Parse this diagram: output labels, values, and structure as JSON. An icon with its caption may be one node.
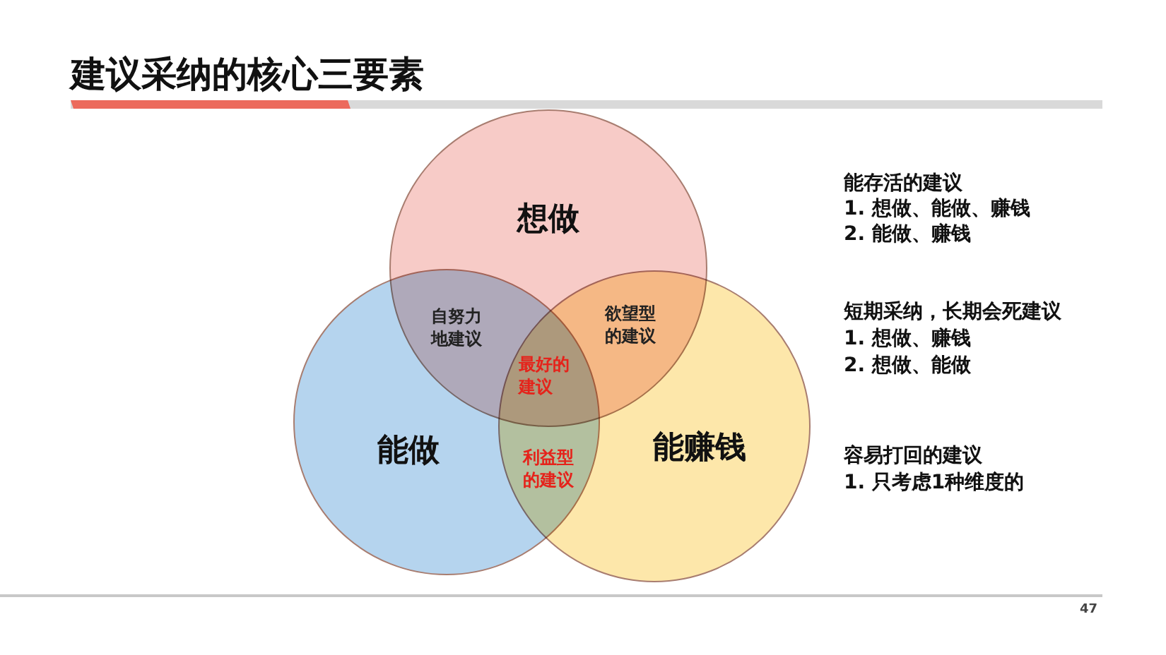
{
  "diagram": {
    "title": "建议采纳的核心三要素",
    "nodes": [
      {
        "text": [
          "想做"
        ]
      },
      {
        "text": [
          "能做"
        ]
      },
      {
        "text": [
          "能赚钱"
        ]
      }
    ],
    "labels": [
      "自努力地建议",
      "欲望型的建议",
      "最好的建议",
      "利益型的建议",
      "能存活的建议",
      "1. 想做、能做、赚钱",
      "2. 能做、赚钱",
      "短期采纳，长期会死建议",
      "1. 想做、赚钱",
      "2. 想做、能做",
      "容易打回的建议",
      "1. 只考虑1种维度的",
      "47"
    ]
  }
}
